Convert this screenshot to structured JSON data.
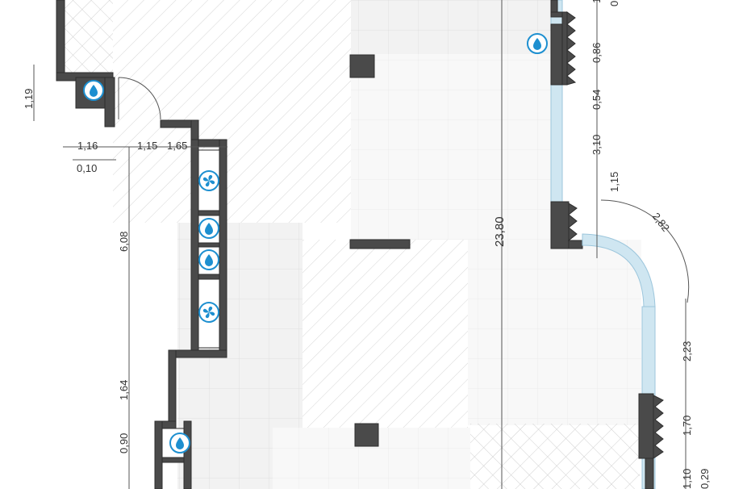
{
  "plan": {
    "overall_dimension": "23,80",
    "dimensions": {
      "top_right_partial_a": "1",
      "top_right_partial_b": "0",
      "right_086": "0,86",
      "right_054": "0,54",
      "right_310": "3,10",
      "diag_115": "1,15",
      "arc_282": "2,82",
      "right_223": "2,23",
      "right_170": "1,70",
      "right_110": "1,10",
      "right_029": "0,29",
      "left_119": "1,19",
      "left_116": "1,16",
      "left_115": "1,15",
      "left_165": "1,65",
      "left_010": "0,10",
      "left_608": "6,08",
      "left_164": "1,64",
      "left_090": "0,90"
    },
    "icons": {
      "water": "water-drop-icon",
      "fan": "ventilation-fan-icon"
    },
    "colors": {
      "wall": "#4a4a4a",
      "glass": "#cfe6f1",
      "accent": "#1d8fd0",
      "zone_grey": "#efefef"
    }
  }
}
